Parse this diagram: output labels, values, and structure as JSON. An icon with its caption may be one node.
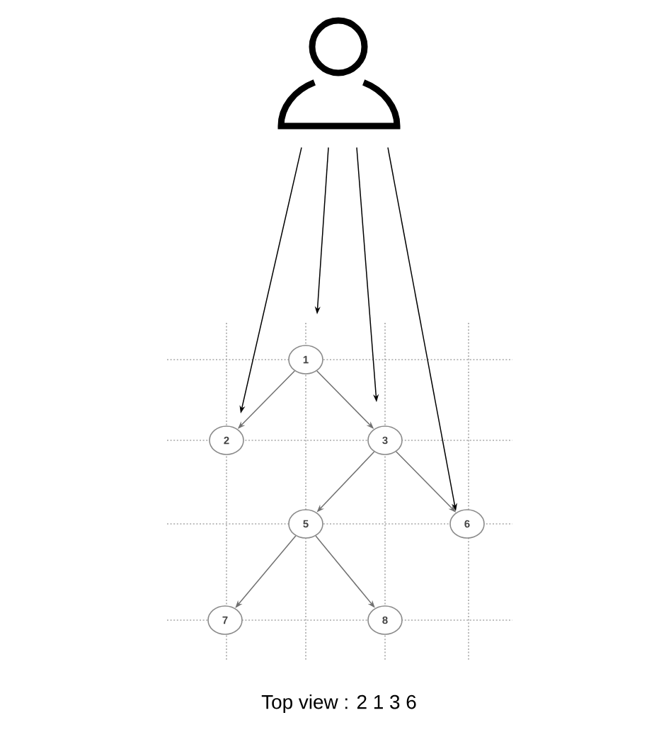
{
  "diagram": {
    "caption": "Top view : 2 1 3 6",
    "nodes": [
      {
        "text": [],
        "shape": "person"
      },
      {
        "text": [
          "1"
        ]
      },
      {
        "text": [
          "2"
        ]
      },
      {
        "text": [
          "3"
        ]
      },
      {
        "text": [
          "5"
        ]
      },
      {
        "text": [
          "6"
        ]
      },
      {
        "text": [
          "7"
        ]
      },
      {
        "text": [
          "8"
        ]
      }
    ],
    "edges": [
      {
        "from": 0,
        "to": 2,
        "arrow": "to",
        "color": "#000000"
      },
      {
        "from": 0,
        "to": 1,
        "arrow": "to",
        "color": "#000000"
      },
      {
        "from": 0,
        "to": 3,
        "arrow": "to",
        "color": "#000000"
      },
      {
        "from": 0,
        "to": 5,
        "arrow": "to",
        "color": "#000000"
      },
      {
        "from": 1,
        "to": 2,
        "arrow": "to"
      },
      {
        "from": 1,
        "to": 3,
        "arrow": "to"
      },
      {
        "from": 3,
        "to": 4,
        "arrow": "to"
      },
      {
        "from": 3,
        "to": 5,
        "arrow": "to"
      },
      {
        "from": 4,
        "to": 6,
        "arrow": "to"
      },
      {
        "from": 4,
        "to": 7,
        "arrow": "to"
      }
    ]
  }
}
